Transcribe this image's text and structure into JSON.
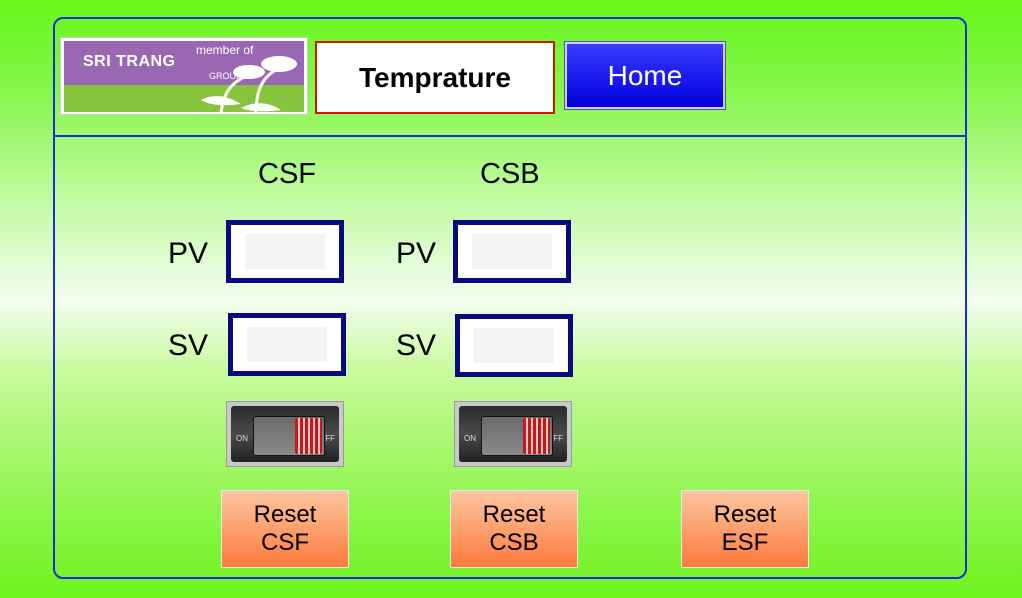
{
  "header": {
    "logo": {
      "line1": "member of",
      "line2": "SRI TRANG",
      "line3": "GROUP"
    },
    "title": "Temprature",
    "home_label": "Home"
  },
  "columns": [
    {
      "heading": "CSF",
      "pv_label": "PV",
      "sv_label": "SV",
      "pv_value": "",
      "sv_value": "",
      "switch": {
        "on_label": "ON",
        "off_label": "OFF",
        "state": "off"
      }
    },
    {
      "heading": "CSB",
      "pv_label": "PV",
      "sv_label": "SV",
      "pv_value": "",
      "sv_value": "",
      "switch": {
        "on_label": "ON",
        "off_label": "OFF",
        "state": "off"
      }
    }
  ],
  "reset_buttons": [
    {
      "line1": "Reset",
      "line2": "CSF"
    },
    {
      "line1": "Reset",
      "line2": "CSB"
    },
    {
      "line1": "Reset",
      "line2": "ESF"
    }
  ],
  "colors": {
    "frame": "#1a2fd6",
    "home": "#0000ff",
    "title_border": "#c01e00",
    "field_border": "#0a0a80",
    "reset": "#fc7a3c"
  }
}
